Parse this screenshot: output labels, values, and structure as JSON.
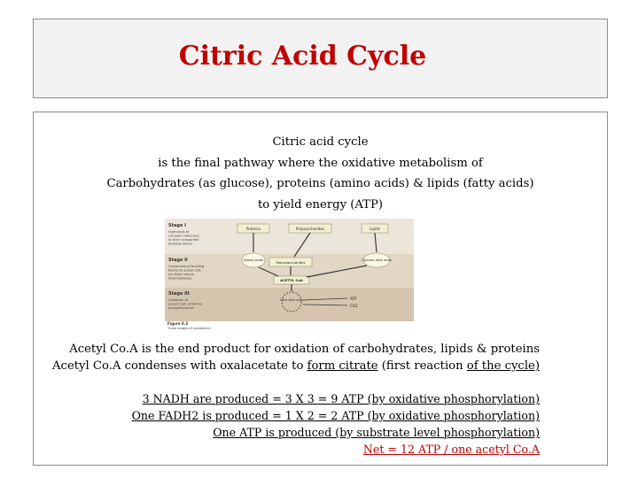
{
  "header": {
    "title": "Citric Acid Cycle"
  },
  "intro": {
    "line1": "Citric acid cycle",
    "line2": "is the final pathway where the oxidative metabolism of",
    "line3": "Carbohydrates (as glucose), proteins (amino acids) & lipids (fatty acids)",
    "line4": "to yield energy (ATP)"
  },
  "figure": {
    "stage1_label": "Stage I",
    "stage1_desc": "Hydrolysis of complex molecules to their component building blocks",
    "stage2_label": "Stage II",
    "stage2_desc": "Conversion of building blocks to acetyl CoA (or other simple intermediates)",
    "stage3_label": "Stage III",
    "stage3_desc": "Oxidation of acetyl CoA; oxidative phosphorylation",
    "proteins": "Proteins",
    "polysaccharides": "Polysaccharides",
    "lipids": "Lipids",
    "amino_acids": "Amino acids",
    "monosaccharides": "Monosaccharides",
    "glycerol_fatty_acids": "Glycerol, fatty acids",
    "acetyl_coa": "ACETYL CoA",
    "citric_acid_cycle": "Citric acid cycle",
    "atp": "ATP",
    "co2": "CO2",
    "caption": "Figure 8.3",
    "caption_sub": "Three stages of catabolism."
  },
  "acetyl": {
    "line1": "Acetyl Co.A is the end product for oxidation of carbohydrates, lipids & proteins",
    "line2_a": "Acetyl Co.A condenses with oxalacetate to ",
    "line2_b": "form citrate",
    "line2_c": " (first reaction ",
    "line2_d": "of the cycle)"
  },
  "atp_yield": {
    "line1": "3 NADH are produced  = 3 X 3 = 9 ATP (by oxidative phosphorylation)",
    "line2": "One FADH2 is produced = 1 X 2 = 2 ATP (by oxidative phosphorylation)",
    "line3": "One ATP is produced (by substrate level phosphorylation)",
    "net": "Net = 12 ATP / one acetyl Co.A"
  }
}
